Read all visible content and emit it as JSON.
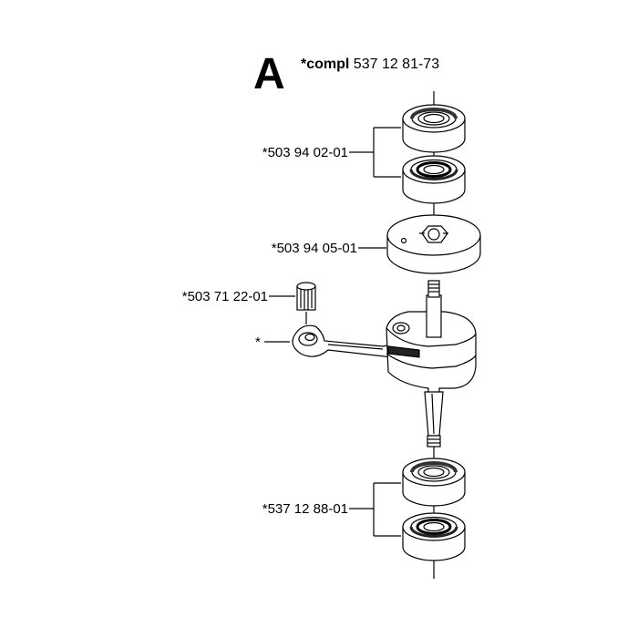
{
  "header": {
    "section": "A",
    "compl_prefix": "*compl",
    "compl_number": "537 12 81-73"
  },
  "labels": {
    "bearing_top": "*503 94 02-01",
    "seal_disc": "*503 94 05-01",
    "needle_bearing": "*503 71 22-01",
    "conrod": "*",
    "bearing_bottom": "*537 12 88-01"
  }
}
